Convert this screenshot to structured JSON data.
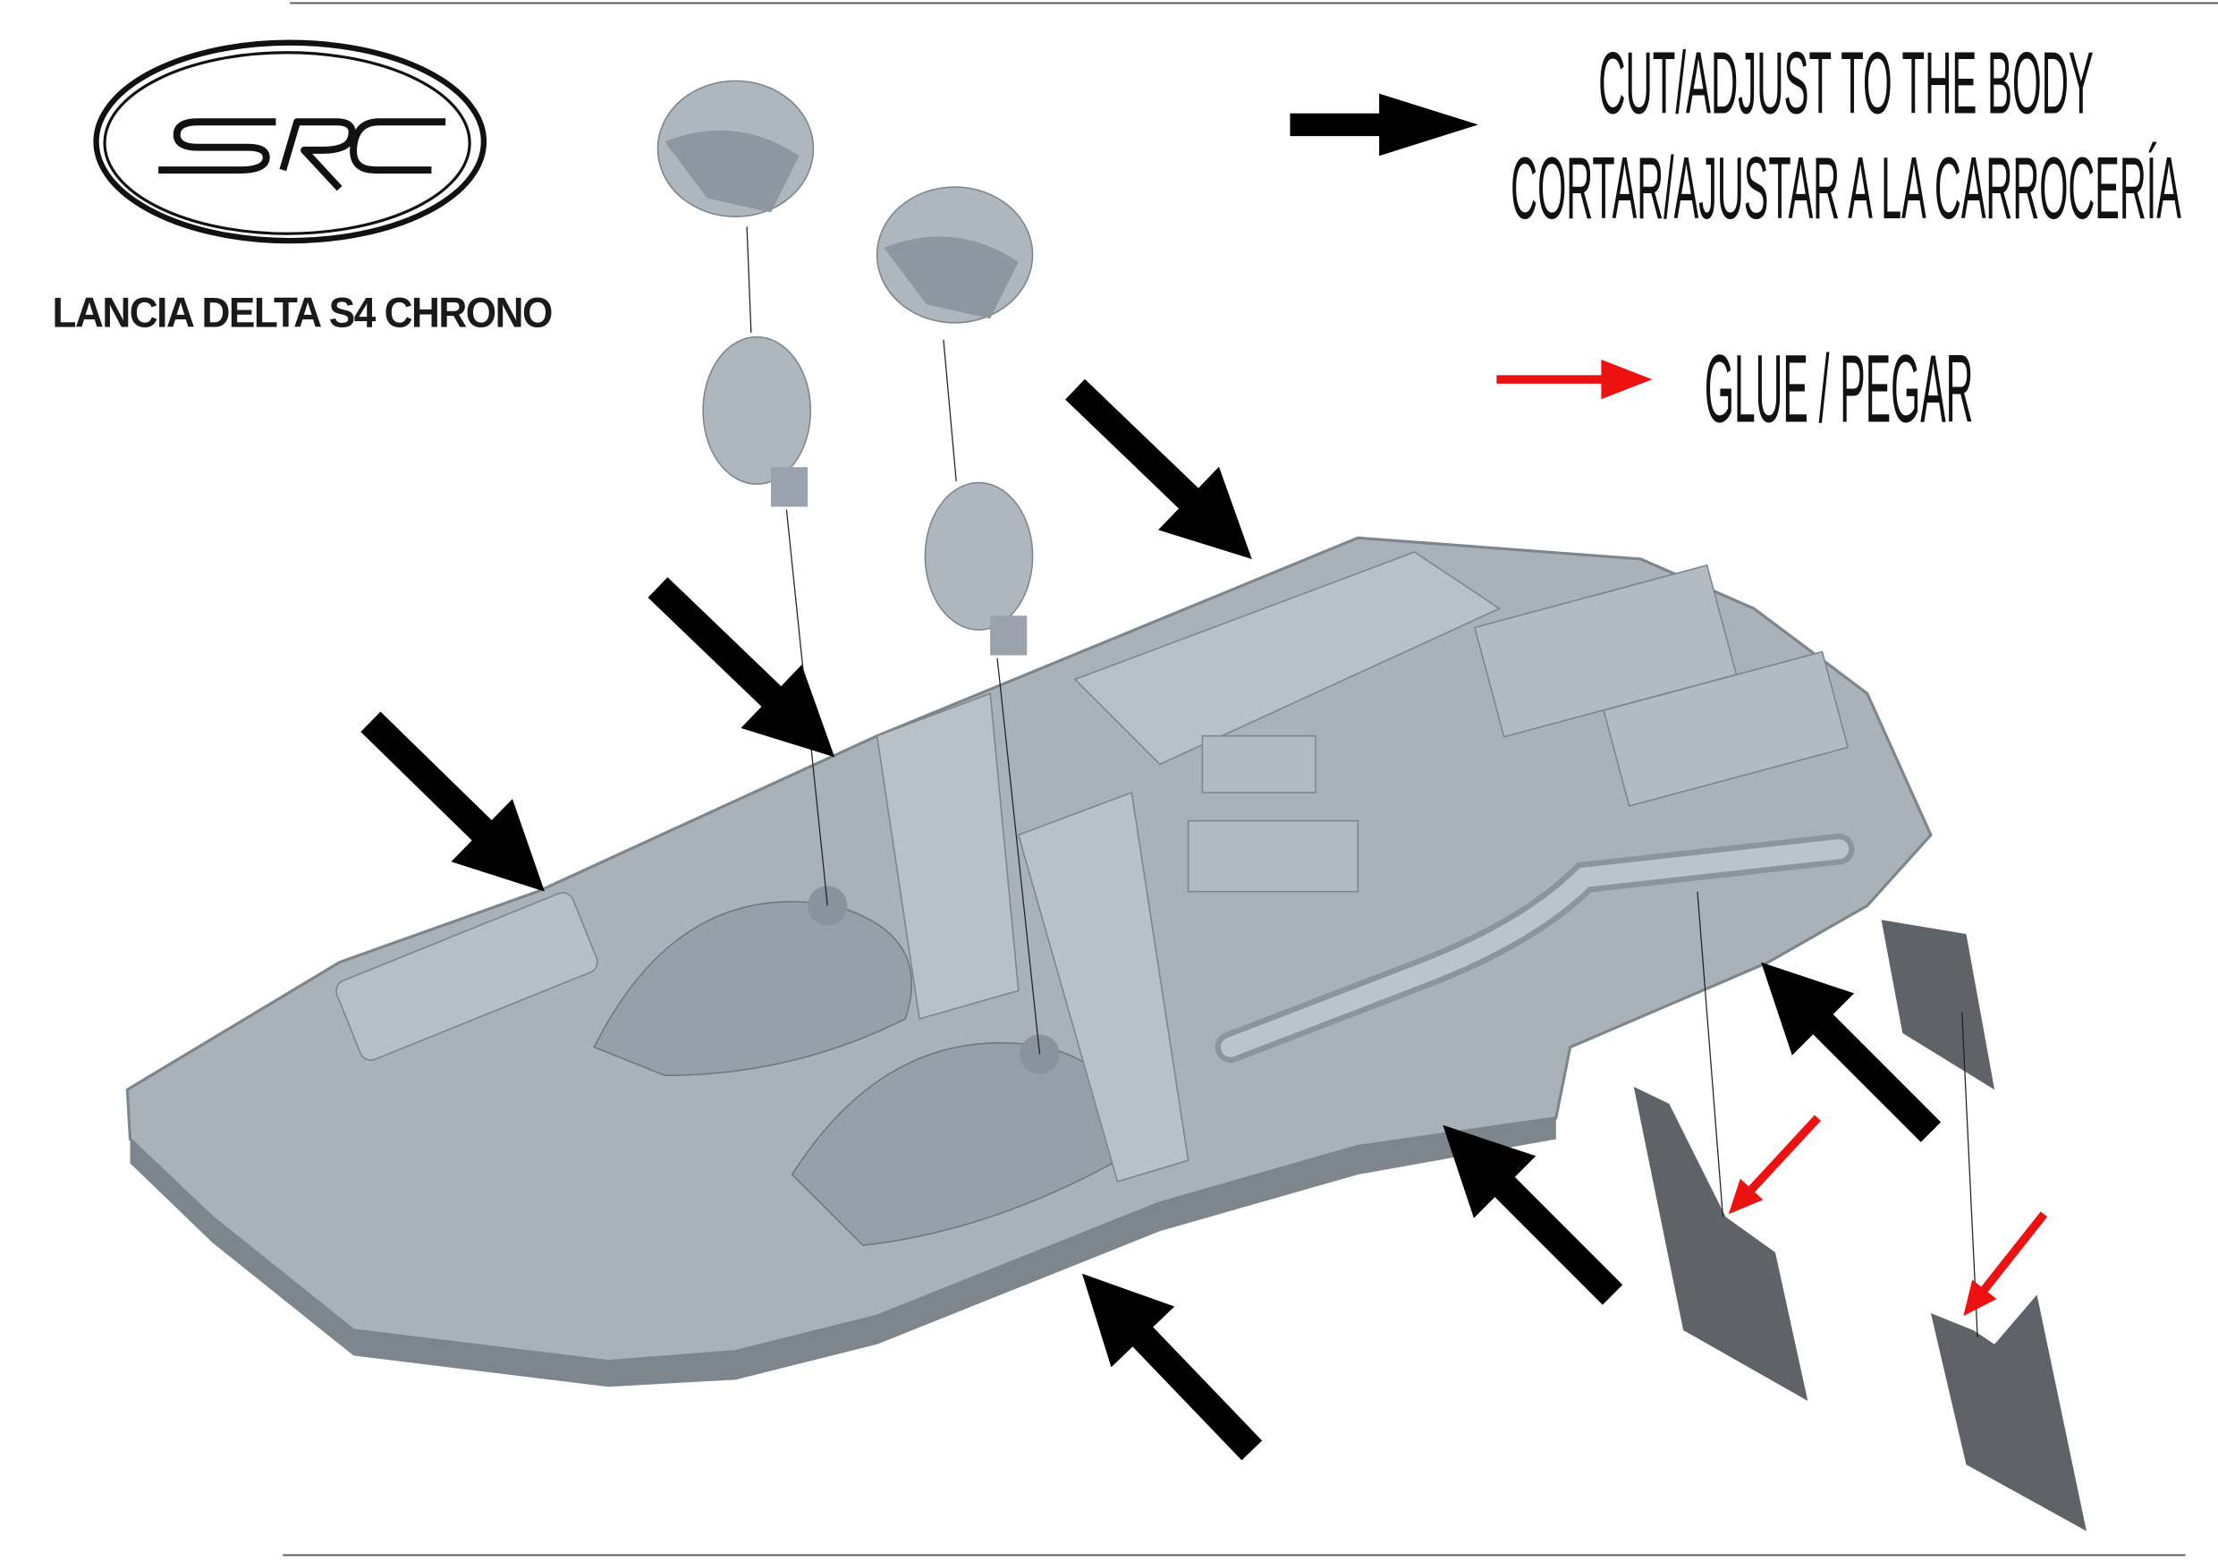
{
  "logo": {
    "text": "SRC"
  },
  "product_title": "LANCIA DELTA S4 CHRONO",
  "legend": {
    "cut": {
      "line1": "CUT/ADJUST TO THE BODY",
      "line2": "CORTAR/AJUSTAR A LA CARROCERÍA",
      "arrow_color": "#000000"
    },
    "glue": {
      "label": "GLUE / PEGAR",
      "arrow_color": "#ee1111"
    }
  },
  "colors": {
    "part_grey": "#a9b1b9",
    "part_shadow": "#7d858d",
    "panel_grey": "#5f6266"
  }
}
